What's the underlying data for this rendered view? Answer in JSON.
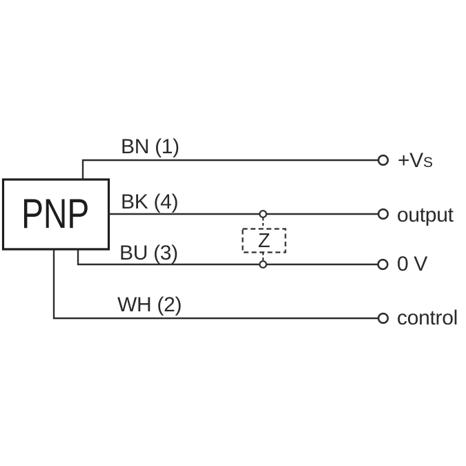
{
  "diagram": {
    "type": "sensor-wiring-connection-diagram",
    "device": {
      "label": "PNP"
    },
    "load": {
      "label": "Z"
    },
    "wires": [
      {
        "label": "BN (1)",
        "terminal_main": "+V",
        "terminal_sub": "S"
      },
      {
        "label": "BK (4)",
        "terminal": "output"
      },
      {
        "label": "BU (3)",
        "terminal": "0 V"
      },
      {
        "label": "WH (2)",
        "terminal": "control"
      }
    ],
    "colors": {
      "line": "#2d2d2d",
      "device_outline": "#1d1d1d",
      "background": "#ffffff"
    }
  }
}
